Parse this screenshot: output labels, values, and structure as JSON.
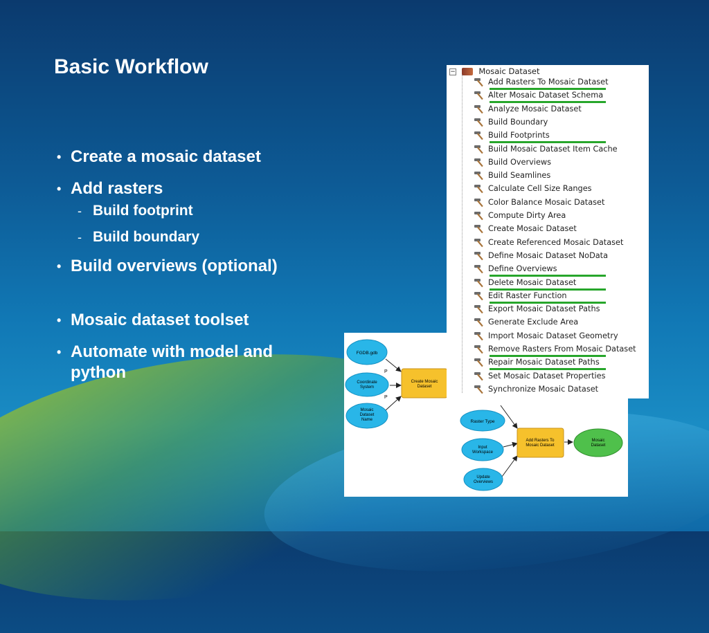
{
  "slide": {
    "title": "Basic Workflow",
    "bullets": [
      {
        "text": "Create a mosaic dataset"
      },
      {
        "text": "Add rasters",
        "subs": [
          "Build footprint",
          "Build boundary"
        ]
      },
      {
        "text": "Build overviews (optional)"
      },
      {
        "text": "Mosaic dataset toolset"
      },
      {
        "text": "Automate with model and python"
      }
    ]
  },
  "toolset": {
    "root_label": "Mosaic Dataset",
    "tools": [
      {
        "label": "Add Rasters To Mosaic Dataset",
        "highlighted": true
      },
      {
        "label": "Alter Mosaic Dataset Schema",
        "highlighted": true
      },
      {
        "label": "Analyze Mosaic Dataset",
        "highlighted": false
      },
      {
        "label": "Build Boundary",
        "highlighted": false
      },
      {
        "label": "Build Footprints",
        "highlighted": true
      },
      {
        "label": "Build Mosaic Dataset Item Cache",
        "highlighted": false
      },
      {
        "label": "Build Overviews",
        "highlighted": false
      },
      {
        "label": "Build Seamlines",
        "highlighted": false
      },
      {
        "label": "Calculate Cell Size Ranges",
        "highlighted": false
      },
      {
        "label": "Color Balance Mosaic Dataset",
        "highlighted": false
      },
      {
        "label": "Compute Dirty Area",
        "highlighted": false
      },
      {
        "label": "Create Mosaic Dataset",
        "highlighted": false
      },
      {
        "label": "Create Referenced Mosaic Dataset",
        "highlighted": false
      },
      {
        "label": "Define Mosaic Dataset NoData",
        "highlighted": false
      },
      {
        "label": "Define Overviews",
        "highlighted": true
      },
      {
        "label": "Delete Mosaic Dataset",
        "highlighted": true
      },
      {
        "label": "Edit Raster Function",
        "highlighted": true
      },
      {
        "label": "Export Mosaic Dataset Paths",
        "highlighted": false
      },
      {
        "label": "Generate Exclude Area",
        "highlighted": false
      },
      {
        "label": "Import Mosaic Dataset Geometry",
        "highlighted": false
      },
      {
        "label": "Remove Rasters From Mosaic Dataset",
        "highlighted": true
      },
      {
        "label": "Repair Mosaic Dataset Paths",
        "highlighted": true
      },
      {
        "label": "Set Mosaic Dataset Properties",
        "highlighted": false
      },
      {
        "label": "Synchronize Mosaic Dataset",
        "highlighted": false
      }
    ]
  },
  "model": {
    "param_marker": "P",
    "create": {
      "inputs": [
        "FGDB.gdb",
        "Coordinate System",
        "Mosaic Dataset Name"
      ],
      "tool": "Create Mosaic Dataset"
    },
    "add": {
      "inputs": [
        "Raster Type",
        "Input Workspace",
        "Update Overviews"
      ],
      "tool": "Add Rasters To Mosaic Dataset",
      "output": "Mosaic Dataset"
    }
  },
  "colors": {
    "underline": "#27a62b",
    "input_ellipse": "#29b6e8",
    "tool_box": "#f6c12c",
    "output_ellipse": "#4fc04b"
  }
}
